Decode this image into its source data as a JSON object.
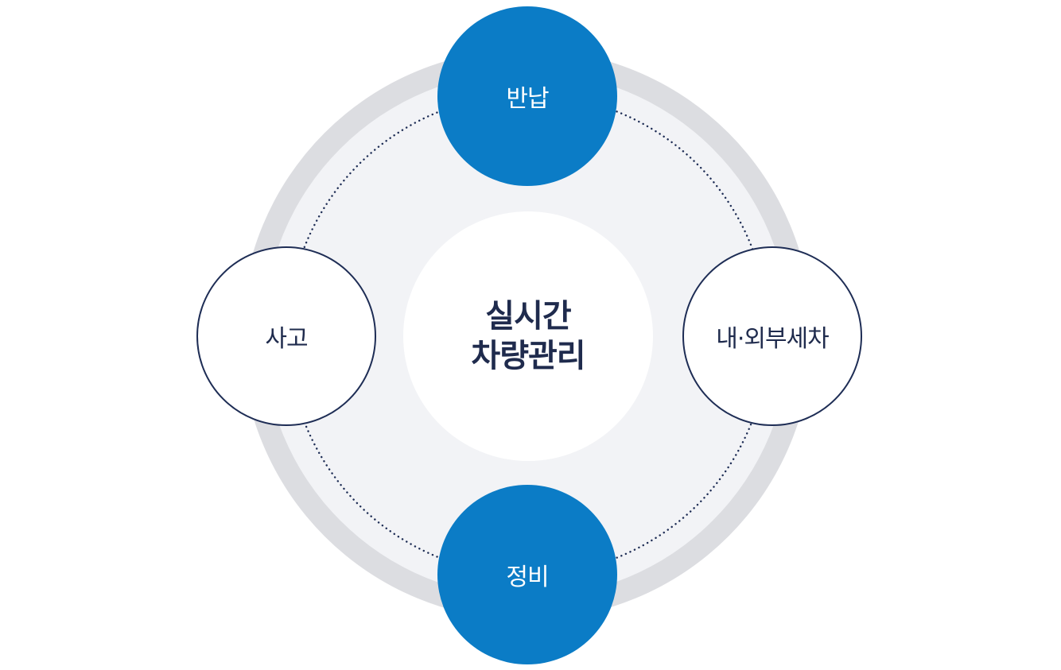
{
  "colors": {
    "accent": "#0b7cc6",
    "outline": "#1e2d55",
    "ring": "#dcdde1",
    "inner_bg": "#f2f3f6",
    "text_dark": "#1f2b4d"
  },
  "center": {
    "line1": "실시간",
    "line2": "차량관리"
  },
  "nodes": {
    "top": "반납",
    "right": "내·외부세차",
    "bottom": "정비",
    "left": "사고"
  }
}
